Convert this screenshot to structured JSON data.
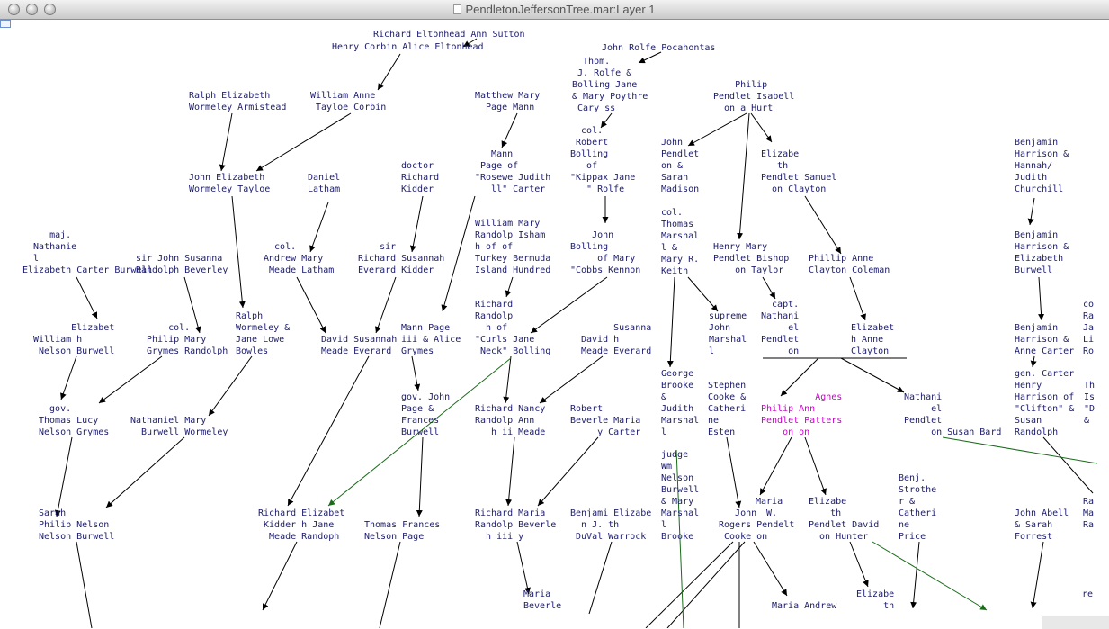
{
  "window": {
    "title": "PendletonJeffersonTree.mar:Layer 1",
    "controls": [
      "close",
      "minimize",
      "zoom"
    ]
  },
  "colors": {
    "text": "#1c1c6e",
    "highlight": "#cc00cc",
    "edge": "#000000",
    "cross_edge": "#1a6b1a"
  },
  "nodes": [
    {
      "id": "n1",
      "label": "Richard Eltonhead Ann Sutton"
    },
    {
      "id": "n2",
      "label": "Henry Corbin Alice Eltonhead"
    },
    {
      "id": "n3",
      "label": "John Rolfe Pocahontas"
    },
    {
      "id": "n4",
      "label": "  Thom.\n J. Rolfe &\nBolling Jane\n& Mary Poythre\n Cary ss"
    },
    {
      "id": "n5",
      "label": "    Philip\nPendlet Isabell\n  on a Hurt"
    },
    {
      "id": "n6",
      "label": "Ralph Elizabeth\nWormeley Armistead"
    },
    {
      "id": "n7",
      "label": "William Anne\n Tayloe Corbin"
    },
    {
      "id": "n8",
      "label": "Matthew Mary\n  Page Mann"
    },
    {
      "id": "n9",
      "label": "  col.\n Robert\nBolling\n   of\n\"Kippax Jane\n   \" Rolfe"
    },
    {
      "id": "n10",
      "label": "John\nPendlet\non &\nSarah\nMadison"
    },
    {
      "id": "n11",
      "label": "Elizabe\n   th\nPendlet Samuel\n  on Clayton"
    },
    {
      "id": "n12",
      "label": "Benjamin\nHarrison &\nHannah/\nJudith\nChurchill"
    },
    {
      "id": "n13",
      "label": "   Mann\n Page of\n\"Rosewe Judith\n   ll\" Carter"
    },
    {
      "id": "n14",
      "label": "John Elizabeth\nWormeley Tayloe"
    },
    {
      "id": "n15",
      "label": "Daniel\nLatham"
    },
    {
      "id": "n16",
      "label": "doctor\nRichard\nKidder"
    },
    {
      "id": "n17",
      "label": "William Mary\nRandolp Isham\nh of of\nTurkey Bermuda\nIsland Hundred"
    },
    {
      "id": "n18",
      "label": "col.\nThomas\nMarshal\nl &\nMary R.\nKeith"
    },
    {
      "id": "n19",
      "label": "    John\nBolling\n     of Mary\n\"Cobbs Kennon"
    },
    {
      "id": "n20",
      "label": "Benjamin\nHarrison &\nElizabeth\nBurwell"
    },
    {
      "id": "n21",
      "label": "     maj.\n  Nathanie\n  l\nElizabeth Carter Burwell"
    },
    {
      "id": "n22",
      "label": "sir John Susanna\nRandolph Beverley"
    },
    {
      "id": "n23",
      "label": "  col.\nAndrew Mary\n Meade Latham"
    },
    {
      "id": "n24",
      "label": "    sir\nRichard Susannah\nEverard Kidder"
    },
    {
      "id": "n25",
      "label": "Henry Mary\nPendlet Bishop\n    on Taylor"
    },
    {
      "id": "n26",
      "label": "Phillip Anne\nClayton Coleman"
    },
    {
      "id": "n27",
      "label": "co\nRa\nJa\nLi\nRo"
    },
    {
      "id": "n28",
      "label": "Ralph\nWormeley &\nJane Lowe\nBowles"
    },
    {
      "id": "n29",
      "label": "Richard\nRandolp\n  h of\n\"Curls Jane\n Neck\" Bolling"
    },
    {
      "id": "n30",
      "label": "  capt.\nNathani\n     el\nPendlet\n     on"
    },
    {
      "id": "n31",
      "label": "supreme\nJohn\nMarshal\nl"
    },
    {
      "id": "n32",
      "label": "       Elizabet\nWilliam h\n Nelson Burwell"
    },
    {
      "id": "n33",
      "label": "    col.\nPhilip Mary\nGrymes Randolph"
    },
    {
      "id": "n34",
      "label": "David Susannah\nMeade Everard"
    },
    {
      "id": "n35",
      "label": "Mann Page\niii & Alice\nGrymes"
    },
    {
      "id": "n36",
      "label": "      Susanna\nDavid h\nMeade Everard"
    },
    {
      "id": "n37",
      "label": "Elizabet\nh Anne\nClayton"
    },
    {
      "id": "n38",
      "label": "Benjamin\nHarrison &\nAnne Carter"
    },
    {
      "id": "n39",
      "label": "George\nBrooke\n&\nJudith\nMarshal\nl"
    },
    {
      "id": "n40",
      "label": "Stephen\nCooke &\nCatheri\nne\nEsten"
    },
    {
      "id": "n41",
      "label": "gen. Carter\nHenry\nHarrison of\n\"Clifton\" &\nSusan\nRandolph"
    },
    {
      "id": "n42",
      "label": "Th\nIs\n\"D\n& "
    },
    {
      "id": "n43",
      "label": "  gov.\nThomas Lucy\nNelson Grymes"
    },
    {
      "id": "n44",
      "label": "Nathaniel Mary\n  Burwell Wormeley"
    },
    {
      "id": "n45",
      "label": "gov. John\nPage &\nFrances\nBurwell"
    },
    {
      "id": "n46",
      "label": "Richard Nancy\nRandolp Ann\n   h ii Meade"
    },
    {
      "id": "n47",
      "label": "Robert\nBeverle Maria\n     y Carter"
    },
    {
      "id": "n48",
      "label": "          Agnes\nPhilip Ann\nPendlet Patters\n    on on",
      "pink": true
    },
    {
      "id": "n49",
      "label": "Nathani\n     el\nPendlet\n     on Susan Bard"
    },
    {
      "id": "n50",
      "label": "judge\nWm\nNelson\nBurwell\n& Mary\nMarshal\nl\nBrooke"
    },
    {
      "id": "n51",
      "label": "Benj.\nStrothe\nr &\nCatheri\nne\nPrice"
    },
    {
      "id": "n52",
      "label": "Ra\nMa\nRa"
    },
    {
      "id": "n53",
      "label": "Sarah\nPhilip Nelson\nNelson Burwell"
    },
    {
      "id": "n54",
      "label": "Richard Elizabet\n Kidder h Jane\n  Meade Randoph"
    },
    {
      "id": "n55",
      "label": "Thomas Frances\nNelson Page"
    },
    {
      "id": "n56",
      "label": "Richard Maria\nRandolp Beverle\n  h iii y"
    },
    {
      "id": "n57",
      "label": "Benjami Elizabe\n  n J. th\n DuVal Warrock"
    },
    {
      "id": "n58",
      "label": "   John\nRogers Pendelt\n Cooke on"
    },
    {
      "id": "n59",
      "label": "Maria\n  W."
    },
    {
      "id": "n60",
      "label": "Elizabe\n    th\nPendlet David\n  on Hunter"
    },
    {
      "id": "n61",
      "label": "John Abell\n& Sarah\nForrest"
    },
    {
      "id": "n62",
      "label": "Maria\nBeverle"
    },
    {
      "id": "n63",
      "label": "Maria Andrew"
    },
    {
      "id": "n64",
      "label": "Elizabe\n     th"
    },
    {
      "id": "n65",
      "label": "re"
    }
  ]
}
